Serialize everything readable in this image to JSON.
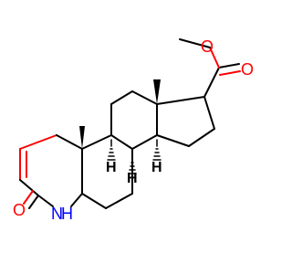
{
  "molecule": {
    "atoms": {
      "ester_oxygen_single": "O",
      "ester_oxygen_double": "O",
      "lactam_oxygen": "O",
      "lactam_nitrogen": "N",
      "lactam_hydrogen": "H",
      "stereo_h_c9": "H",
      "stereo_h_c8": "H",
      "stereo_h_c14": "H"
    },
    "colors": {
      "bond": "#000000",
      "oxygen": "#ff0000",
      "nitrogen": "#0000ff",
      "carbon_hydrogen": "#000000",
      "alkene_highlight": "#ff0000"
    }
  }
}
